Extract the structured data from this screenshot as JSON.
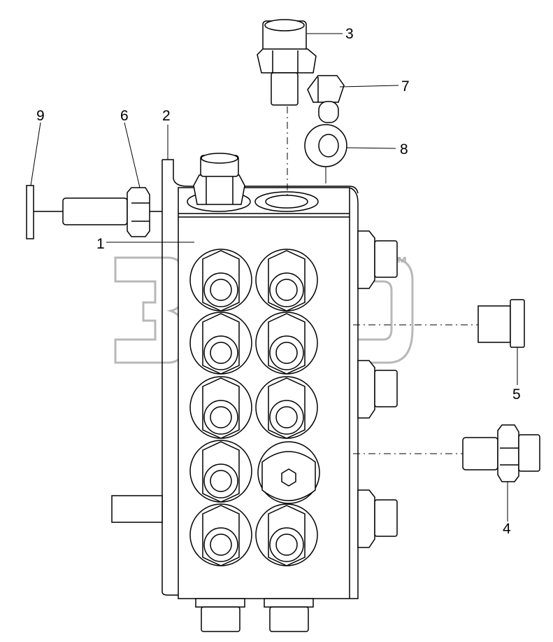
{
  "diagram": {
    "watermark": {
      "trademark": "™"
    },
    "callouts": [
      {
        "id": "1",
        "label": "1"
      },
      {
        "id": "2",
        "label": "2"
      },
      {
        "id": "3",
        "label": "3"
      },
      {
        "id": "4",
        "label": "4"
      },
      {
        "id": "5",
        "label": "5"
      },
      {
        "id": "6",
        "label": "6"
      },
      {
        "id": "7",
        "label": "7"
      },
      {
        "id": "8",
        "label": "8"
      },
      {
        "id": "9",
        "label": "9"
      }
    ]
  }
}
